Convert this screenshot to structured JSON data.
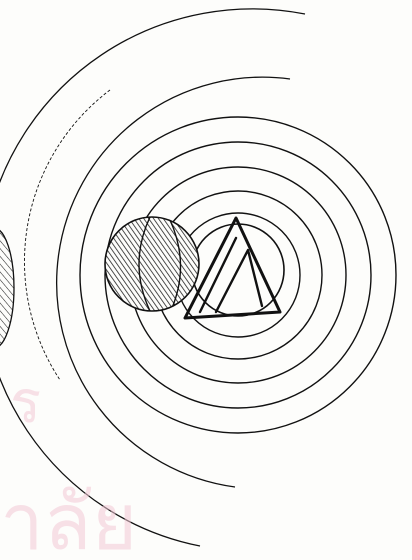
{
  "figure": {
    "kind": "concentric-circles-diagram",
    "ink_color": "#111111",
    "paper_color": "#fdfdfb",
    "hatch_color": "#222222",
    "concentric_ring_count": 5,
    "large_arc_count": 3,
    "shapes": [
      "hatched-sphere",
      "triangle-in-circle",
      "partial-hatched-sphere",
      "concentric-rings",
      "outer-arcs"
    ]
  },
  "watermark": {
    "color": "#f3c9d6",
    "line_1": "ร",
    "line_2": "าลัย"
  }
}
